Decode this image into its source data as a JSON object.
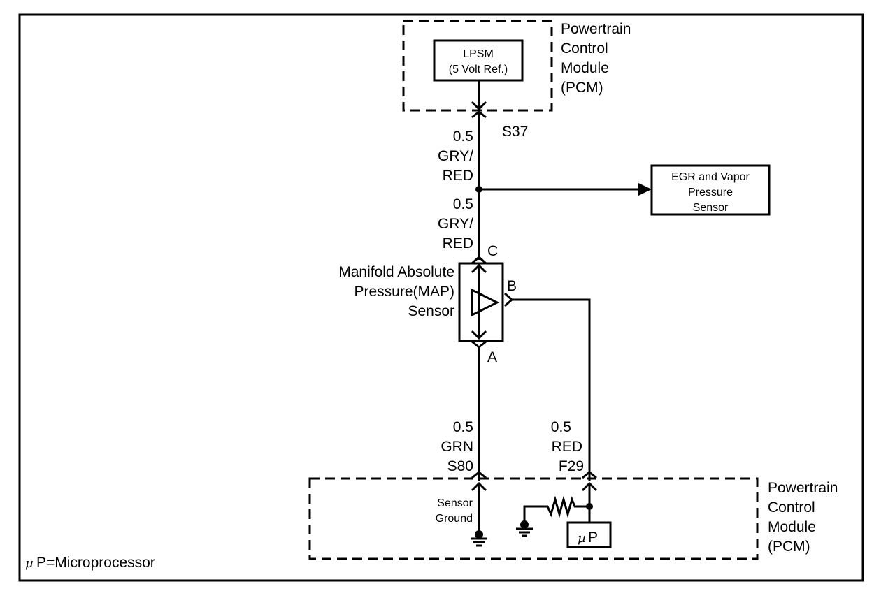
{
  "pcm_top": {
    "lines": [
      "Powertrain",
      "Control",
      "Module",
      "(PCM)"
    ]
  },
  "lpsm": {
    "title": "LPSM",
    "subtitle": "(5 Volt Ref.)"
  },
  "s37": "S37",
  "wire_top_upper": {
    "size": "0.5",
    "color1": "GRY/",
    "color2": "RED"
  },
  "wire_top_lower": {
    "size": "0.5",
    "color1": "GRY/",
    "color2": "RED"
  },
  "egr": {
    "lines": [
      "EGR and Vapor",
      "Pressure",
      "Sensor"
    ]
  },
  "map_sensor": {
    "lines": [
      "Manifold Absolute",
      "Pressure(MAP)",
      "Sensor"
    ],
    "pin_c": "C",
    "pin_b": "B",
    "pin_a": "A"
  },
  "wire_ground": {
    "size": "0.5",
    "color": "GRN",
    "splice": "S80"
  },
  "wire_signal": {
    "size": "0.5",
    "color": "RED",
    "splice": "F29"
  },
  "sensor_ground": {
    "lines": [
      "Sensor",
      "Ground"
    ]
  },
  "microprocessor": {
    "mu": "µ",
    "p": "P"
  },
  "pcm_bottom": {
    "lines": [
      "Powertrain",
      "Control",
      "Module",
      "(PCM)"
    ]
  },
  "legend": {
    "mu": "µ",
    "text": "P=Microprocessor"
  }
}
